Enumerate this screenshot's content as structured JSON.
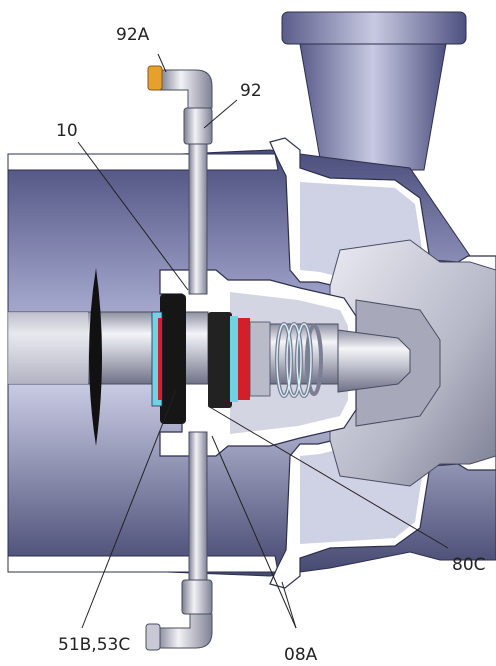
{
  "labels": {
    "l_92a": "92A",
    "l_92": "92",
    "l_10": "10",
    "l_80c": "80C",
    "l_51b53c": "51B,53C",
    "l_08a": "08A"
  },
  "colors": {
    "casing_dark": "#4b4e7c",
    "casing_light": "#b9bbd9",
    "metal_light": "#e6e7ee",
    "metal_mid": "#b3b5c3",
    "metal_dark": "#6f7286",
    "section_face": "#ffffff",
    "seal_black": "#111111",
    "seal_red": "#d21f2a",
    "seal_cyan": "#6fd3e6",
    "fitting_orange": "#e6a02e",
    "leader": "#222222"
  }
}
